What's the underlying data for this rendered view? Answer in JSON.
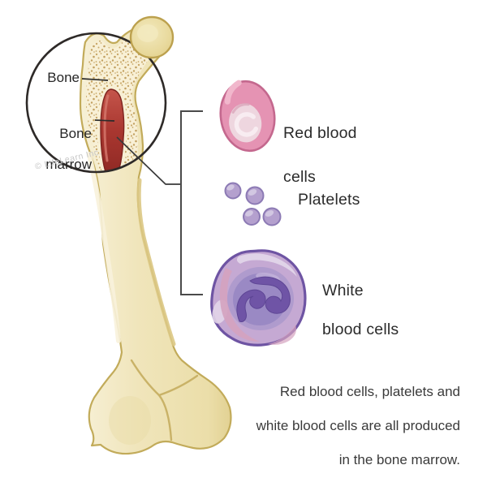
{
  "magnifier": {
    "bone_label": "Bone",
    "marrow_label": {
      "line1": "Bone",
      "line2": "marrow"
    },
    "watermark": "© LifeLearn Inc."
  },
  "legend": {
    "red_blood_cells": {
      "line1": "Red blood",
      "line2": "cells"
    },
    "platelets": {
      "label": "Platelets"
    },
    "white_blood_cells": {
      "line1": "White",
      "line2": "blood cells"
    }
  },
  "caption": {
    "line1": "Red blood cells, platelets and",
    "line2": "white blood cells are all produced",
    "line3": "in the bone marrow."
  },
  "colors": {
    "bone_fill": "#F0E5BB",
    "bone_outline": "#C2AB5A",
    "spongy_dot": "#C9A96A",
    "marrow_red": "#A93730",
    "red_blood_cell": "#E593B3",
    "platelet": "#B4A0CE",
    "white_blood_cell": "#C5A9D3",
    "wbc_nucleus": "#6F54A6",
    "line_color": "#3A3A3A"
  }
}
